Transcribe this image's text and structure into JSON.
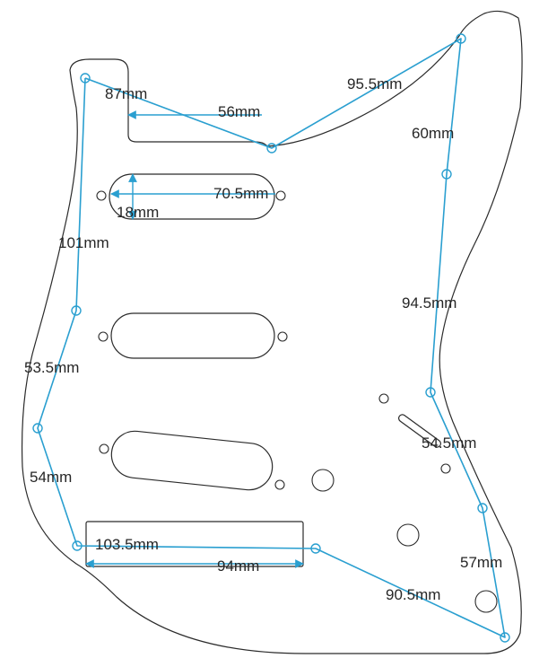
{
  "diagram": {
    "title": "",
    "colors": {
      "outline": "#2b2b2b",
      "measure": "#2a9fd0",
      "text": "#262626"
    },
    "labels": {
      "d87": "87mm",
      "d56": "56mm",
      "d95_5": "95.5mm",
      "d60": "60mm",
      "d70_5": "70.5mm",
      "d18": "18mm",
      "d101": "101mm",
      "d94_5": "94.5mm",
      "d53_5": "53.5mm",
      "d54_5": "54.5mm",
      "d54": "54mm",
      "d57": "57mm",
      "d103_5": "103.5mm",
      "d94": "94mm",
      "d90_5": "90.5mm"
    }
  }
}
